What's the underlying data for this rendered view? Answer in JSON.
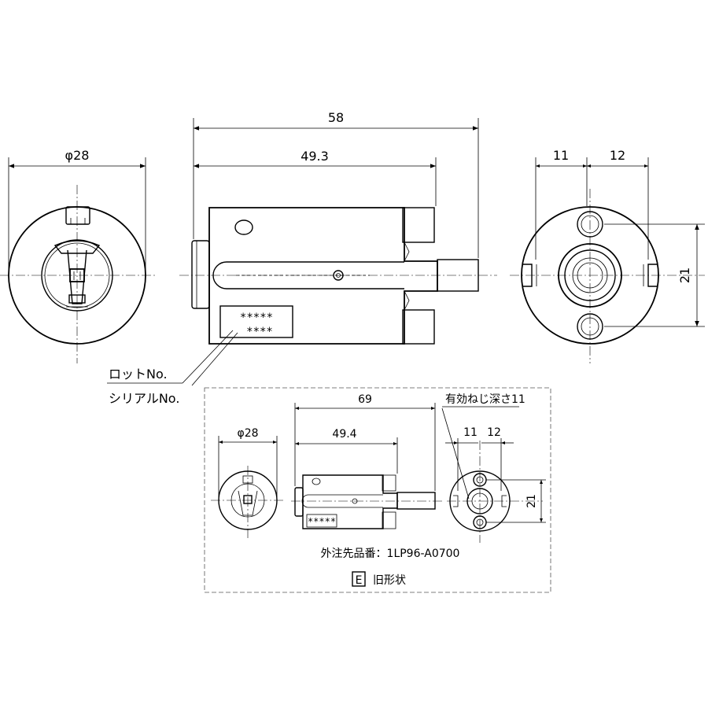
{
  "main_view": {
    "front": {
      "diameter_label": "φ28"
    },
    "side": {
      "overall_length": "58",
      "body_length": "49.3",
      "serial_marks_top": "*****",
      "serial_marks_bottom": "****"
    },
    "end": {
      "left_offset": "11",
      "right_offset": "12",
      "hole_pitch": "21"
    },
    "callouts": {
      "lot_no": "ロットNo.",
      "serial_no": "シリアルNo."
    }
  },
  "inset": {
    "front": {
      "diameter_label": "φ28"
    },
    "side": {
      "overall_length": "69",
      "body_length": "49.4"
    },
    "end": {
      "thread_note": "有効ねじ深さ11",
      "left_offset": "11",
      "right_offset": "12",
      "hole_pitch": "21"
    },
    "part_number": "外注先品番：1LP96-A0700",
    "legend_badge": "E",
    "legend_text": "旧形状"
  }
}
